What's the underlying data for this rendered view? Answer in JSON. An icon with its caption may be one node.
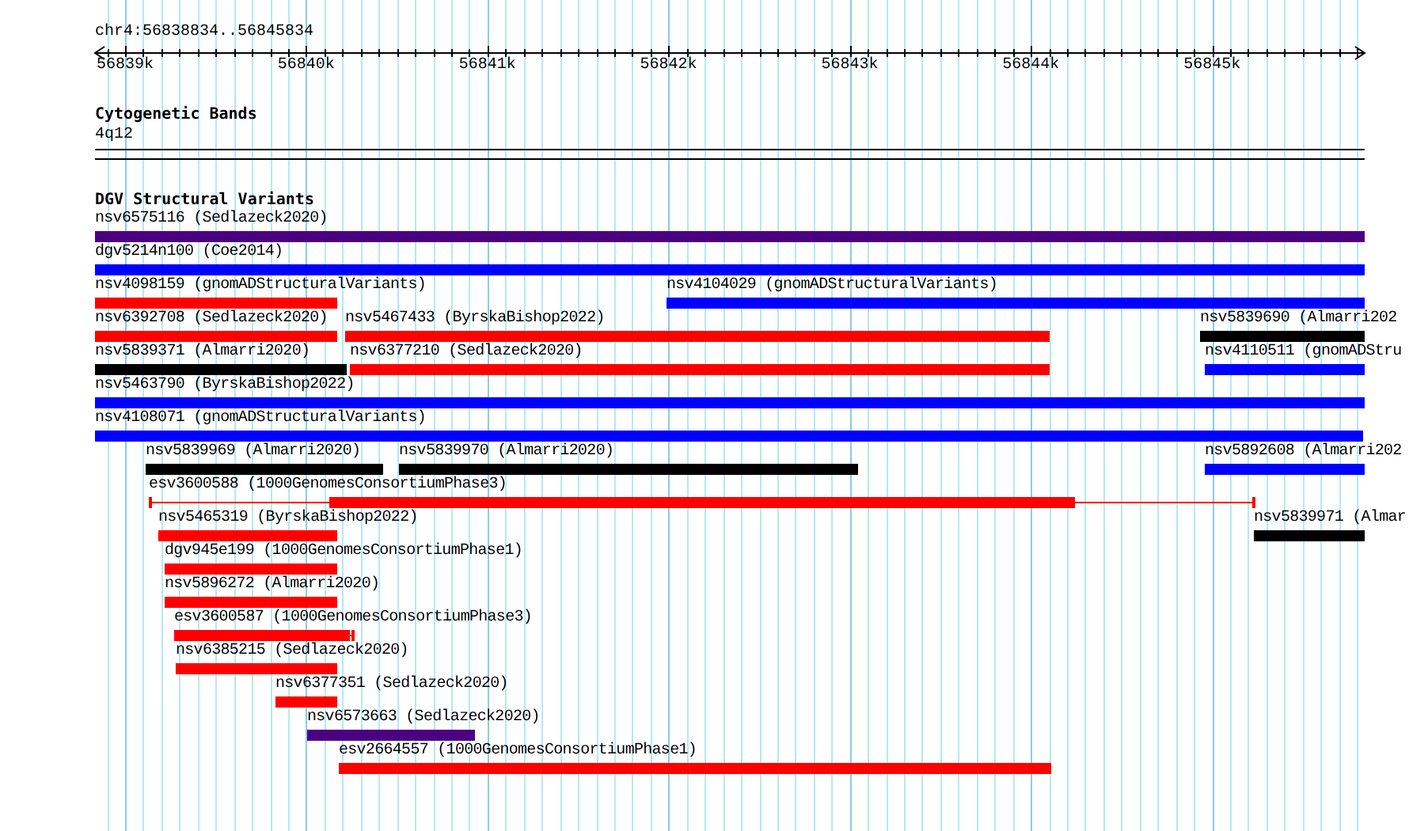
{
  "diagram": {
    "nodes": [
      {
        "text": [
          "nsv6575116 (Sedlazeck2020)"
        ]
      },
      {
        "text": [
          "dgv5214n100 (Coe2014)"
        ]
      },
      {
        "text": [
          "nsv4098159 (gnomADStructuralVariants)"
        ]
      },
      {
        "text": [
          "nsv4104029 (gnomADStructuralVariants)"
        ]
      },
      {
        "text": [
          "nsv6392708 (Sedlazeck2020)"
        ]
      },
      {
        "text": [
          "nsv5467433 (ByrskaBishop2022)"
        ]
      },
      {
        "text": [
          "nsv5839690 (Almarri202"
        ]
      },
      {
        "text": [
          "nsv5839371 (Almarri2020)"
        ]
      },
      {
        "text": [
          "nsv6377210 (Sedlazeck2020)"
        ]
      },
      {
        "text": [
          "nsv4110511 (gnomADStru"
        ]
      },
      {
        "text": [
          "nsv5463790 (ByrskaBishop2022)"
        ]
      },
      {
        "text": [
          "nsv4108071 (gnomADStructuralVariants)"
        ]
      },
      {
        "text": [
          "nsv5839969 (Almarri2020)"
        ]
      },
      {
        "text": [
          "nsv5839970 (Almarri2020)"
        ]
      },
      {
        "text": [
          "nsv5892608 (Almarri202"
        ]
      },
      {
        "text": [
          "esv3600588 (1000GenomesConsortiumPhase3)"
        ]
      },
      {
        "text": [
          "nsv5465319 (ByrskaBishop2022)"
        ]
      },
      {
        "text": [
          "nsv5839971 (Almar"
        ]
      },
      {
        "text": [
          "dgv945e199 (1000GenomesConsortiumPhase1)"
        ]
      },
      {
        "text": [
          "nsv5896272 (Almarri2020)"
        ]
      },
      {
        "text": [
          "esv3600587 (1000GenomesConsortiumPhase3)"
        ]
      },
      {
        "text": [
          "nsv6385215 (Sedlazeck2020)"
        ]
      },
      {
        "text": [
          "nsv6377351 (Sedlazeck2020)"
        ]
      },
      {
        "text": [
          "nsv6573663 (Sedlazeck2020)"
        ]
      },
      {
        "text": [
          "esv2664557 (1000GenomesConsortiumPhase1)"
        ]
      }
    ],
    "labels": [
      "chr4:56838834..56845834",
      "56839k",
      "56840k",
      "56841k",
      "56842k",
      "56843k",
      "56844k",
      "56845k",
      "Cytogenetic Bands",
      "4q12",
      "DGV Structural Variants"
    ]
  }
}
